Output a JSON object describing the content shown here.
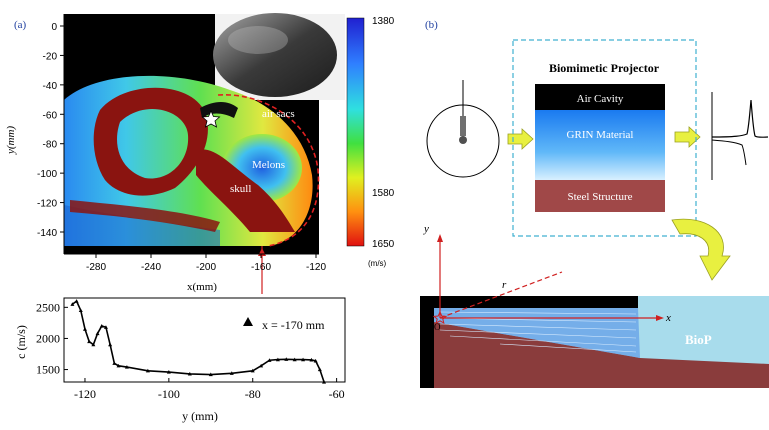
{
  "panel_a": {
    "label": "(a)",
    "colorbar": {
      "ticks": [
        "1380",
        "1580",
        "1650"
      ],
      "unit": "(m/s)"
    },
    "map": {
      "y_ticks": [
        "0",
        "-20",
        "-40",
        "-60",
        "-80",
        "-100",
        "-120",
        "-140"
      ],
      "x_ticks": [
        "-280",
        "-240",
        "-200",
        "-160",
        "-120"
      ],
      "ylabel": "y(mm)",
      "xlabel": "x(mm)",
      "labels": {
        "air_sacs": "air sacs",
        "melons": "Melons",
        "skull": "skull"
      }
    },
    "profile_chart": {
      "legend": "x = -170 mm",
      "ylabel": "c (m/s)",
      "xlabel": "y (mm)"
    }
  },
  "panel_b": {
    "label": "(b)",
    "projector_title": "Biomimetic Projector",
    "layers": [
      "Air Cavity",
      "GRIN Material",
      "Steel Structure"
    ],
    "axes": {
      "y": "y",
      "x": "x",
      "r": "r",
      "origin": "O"
    },
    "model_label": "BioP"
  },
  "chart_data": {
    "type": "line",
    "series": [
      {
        "name": "x = -170 mm",
        "marker": "triangle",
        "x": [
          -123,
          -122,
          -121,
          -120,
          -119,
          -118,
          -117,
          -116,
          -115,
          -114,
          -113,
          -112,
          -110,
          -105,
          -100,
          -95,
          -90,
          -85,
          -80,
          -78,
          -76,
          -74,
          -72,
          -70,
          -68,
          -66,
          -65,
          -64,
          -63
        ],
        "y": [
          2550,
          2600,
          2450,
          2150,
          1950,
          1900,
          2080,
          2200,
          2180,
          1900,
          1600,
          1560,
          1540,
          1480,
          1460,
          1430,
          1420,
          1440,
          1480,
          1560,
          1650,
          1660,
          1665,
          1660,
          1660,
          1655,
          1640,
          1500,
          1300
        ]
      }
    ],
    "xlabel": "y (mm)",
    "ylabel": "c (m/s)",
    "xlim": [
      -125,
      -58
    ],
    "ylim": [
      1300,
      2650
    ],
    "x_ticks": [
      -120,
      -100,
      -80,
      -60
    ],
    "y_ticks": [
      1500,
      2000,
      2500
    ],
    "grid": false,
    "legend_position": "inside-right"
  }
}
